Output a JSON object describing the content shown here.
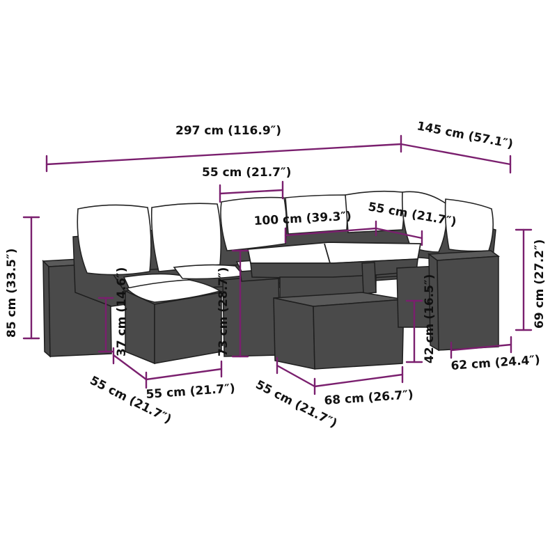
{
  "colors": {
    "dimension_line": "#7a1f6e",
    "wicker": "#4a4a4a",
    "cushion": "#ffffff",
    "text": "#111111"
  },
  "labels": {
    "total_width": "297 cm (116.9″)",
    "total_depth": "145 cm (57.1″)",
    "cushion_width_top": "55 cm (21.7″)",
    "table_width": "100 cm (39.3″)",
    "table_depth_top": "55 cm (21.7″)",
    "total_height": "85 cm (33.5″)",
    "seat_height": "37 cm (14.6″)",
    "armrest_height": "73 cm (28.7″)",
    "footstool_height": "42 cm (16.5″)",
    "side_table_height": "69 cm (27.2″)",
    "footstool_depth": "55 cm (21.7″)",
    "footstool_width": "55 cm (21.7″)",
    "table_base_depth": "55 cm (21.7″)",
    "table_base_width": "68 cm (26.7″)",
    "side_table_width": "62 cm (24.4″)"
  }
}
